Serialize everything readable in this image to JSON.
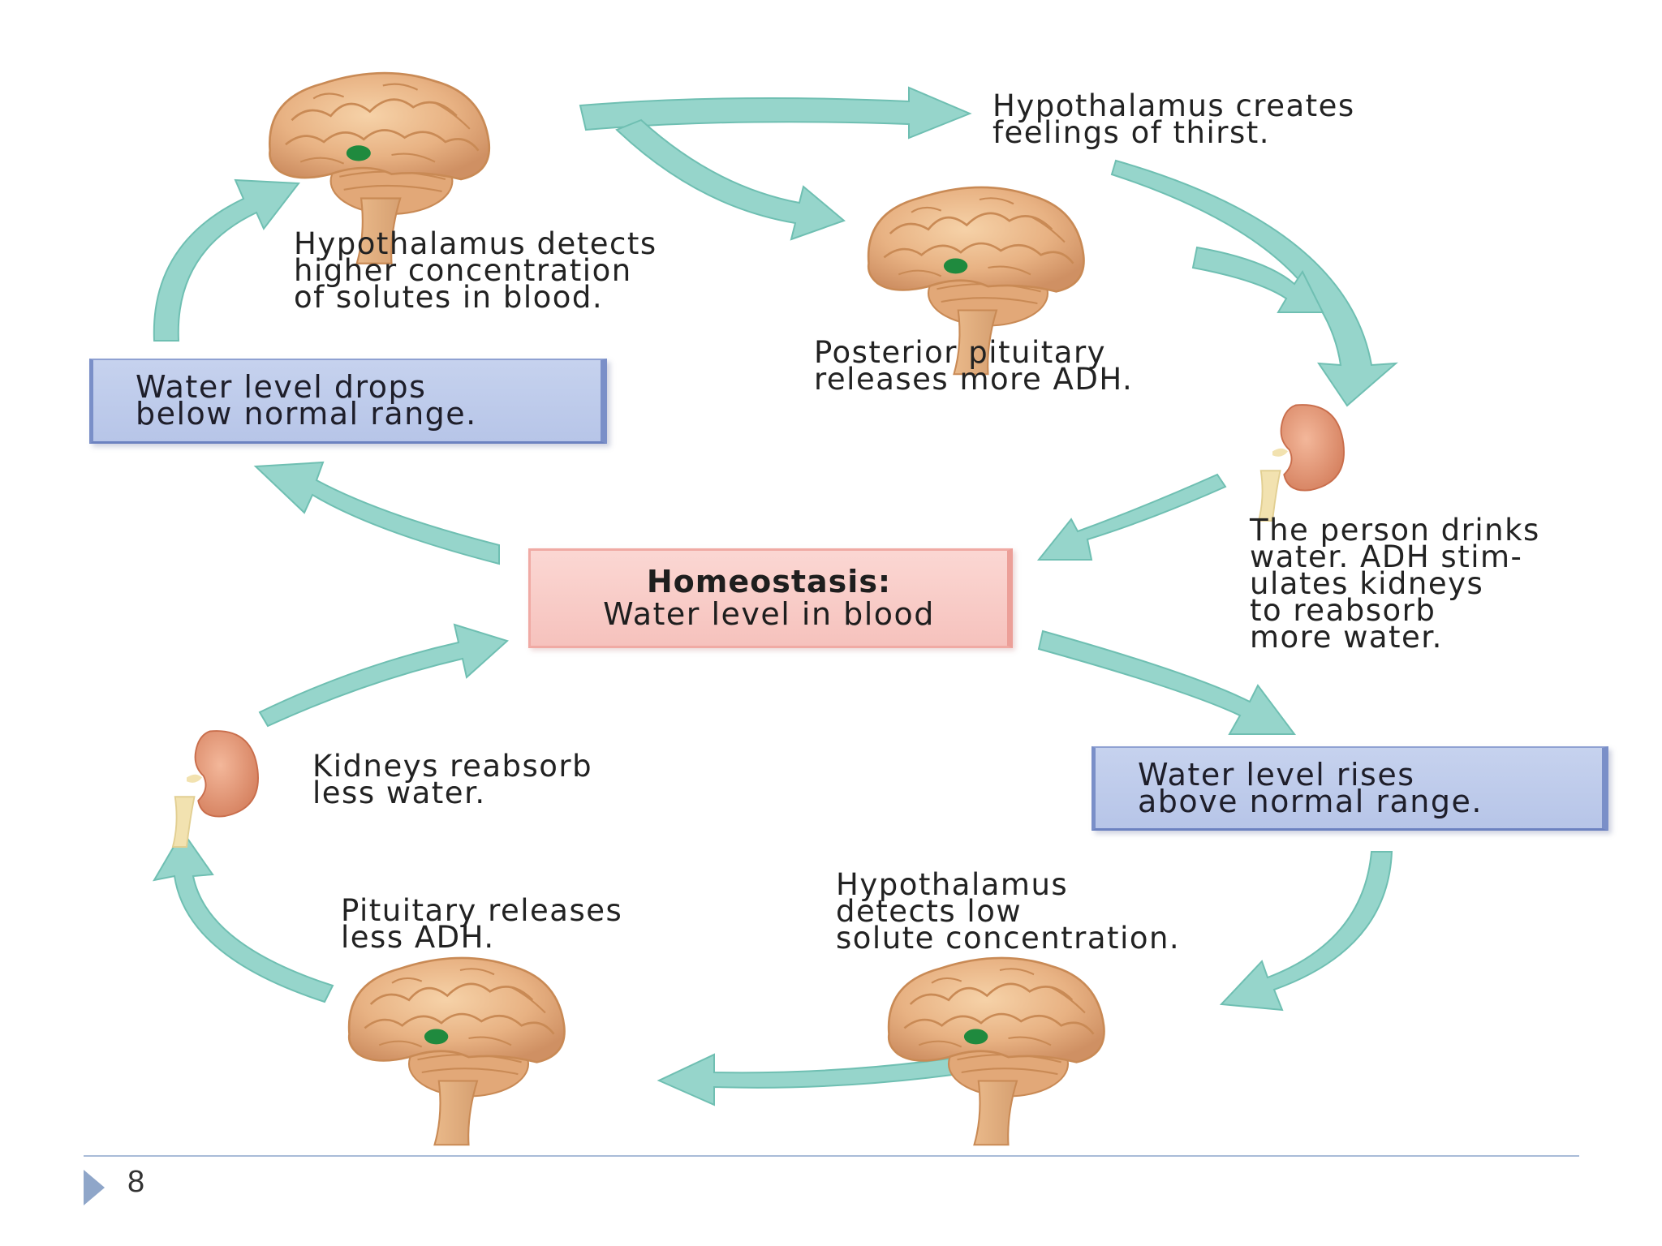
{
  "labels": {
    "hyp_thirst": "Hypothalamus creates\nfeelings of thirst.",
    "hyp_detects_high": "Hypothalamus detects\nhigher concentration\nof solutes in blood.",
    "posterior_pituitary": "Posterior pituitary\nreleases more ADH.",
    "person_drinks": "The person drinks\nwater. ADH stim-\nulates kidneys\nto reabsorb\nmore water.",
    "kidneys_less": "Kidneys reabsorb\nless water.",
    "pituitary_less": "Pituitary releases\nless ADH.",
    "hyp_detects_low": "Hypothalamus\ndetects low\nsolute concentration."
  },
  "boxes": {
    "drops": "Water level drops\nbelow normal range.",
    "rises": "Water level rises\nabove normal range.",
    "homeostasis_title": "Homeostasis:",
    "homeostasis_sub": "Water level in blood"
  },
  "footer": {
    "page_number": "8"
  },
  "colors": {
    "arrow": "#96d5cb",
    "arrow_edge": "#6fbfb2",
    "brain": "#eab98a",
    "brain_dark": "#c98a55",
    "hypothalamus_dot": "#1f8a3e",
    "kidney": "#e39a78",
    "ureter": "#f2e2b0"
  },
  "icons": [
    "brain-icon",
    "kidney-icon",
    "arrow-icon"
  ]
}
